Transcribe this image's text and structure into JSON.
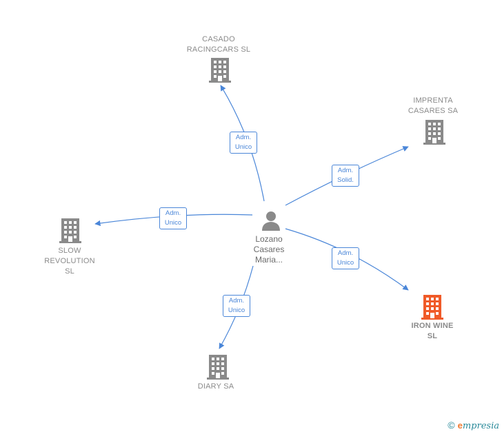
{
  "colors": {
    "edge": "#4a86d8",
    "building": "#8a8a8a",
    "building_highlight": "#f05a28",
    "person": "#8a8a8a"
  },
  "center": {
    "name": "Lozano\nCasares\nMaria...",
    "icon": "person-icon"
  },
  "companies": [
    {
      "id": "casado-racingcars",
      "name": "CASADO\nRACINGCARS SL",
      "icon": "building-icon",
      "highlight": false
    },
    {
      "id": "imprenta-casares",
      "name": "IMPRENTA\nCASARES SA",
      "icon": "building-icon",
      "highlight": false
    },
    {
      "id": "slow-revolution",
      "name": "SLOW\nREVOLUTION\nSL",
      "icon": "building-icon",
      "highlight": false
    },
    {
      "id": "iron-wine",
      "name": "IRON WINE\nSL",
      "icon": "building-icon",
      "highlight": true
    },
    {
      "id": "diary",
      "name": "DIARY SA",
      "icon": "building-icon",
      "highlight": false
    }
  ],
  "relations": [
    {
      "to": "casado-racingcars",
      "role": "Adm.\nUnico"
    },
    {
      "to": "imprenta-casares",
      "role": "Adm.\nSolid."
    },
    {
      "to": "slow-revolution",
      "role": "Adm.\nUnico"
    },
    {
      "to": "iron-wine",
      "role": "Adm.\nUnico"
    },
    {
      "to": "diary",
      "role": "Adm.\nUnico"
    }
  ],
  "footer": {
    "copyright": "©",
    "brand_initial": "e",
    "brand_rest": "mpresia"
  }
}
